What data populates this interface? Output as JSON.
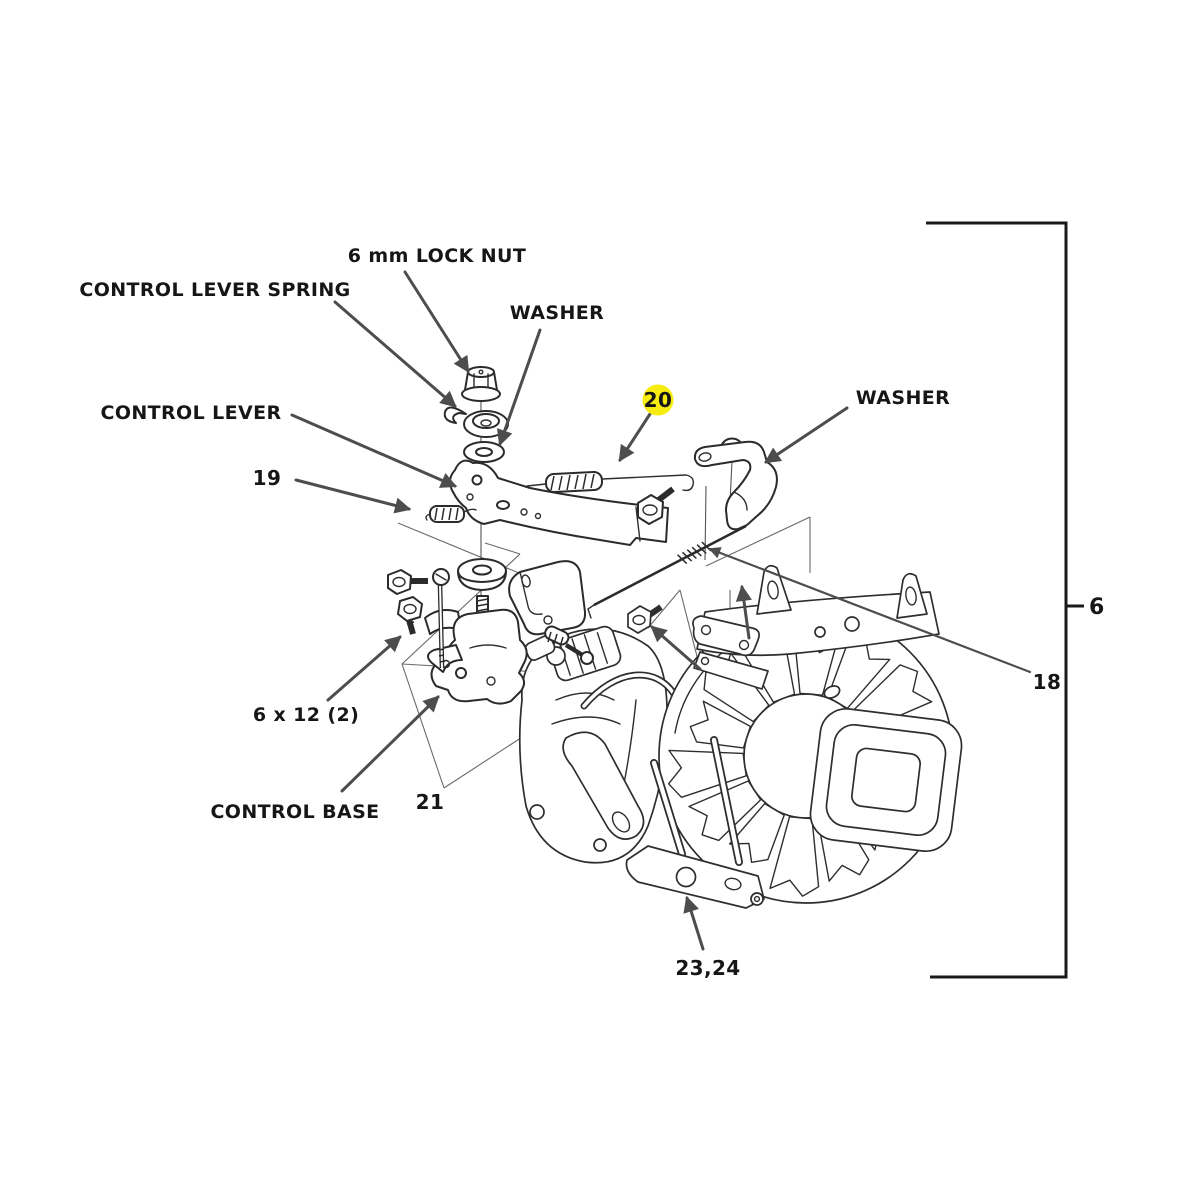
{
  "diagram": {
    "type": "exploded-parts-diagram",
    "subject": "engine control assembly parts diagram",
    "background_color": "#ffffff",
    "line_color": "#2b2b2b",
    "arrow_color": "#4d4d4d",
    "highlight_color": "#f7ec0f",
    "callouts": {
      "lock_nut": "6 mm LOCK NUT",
      "control_lever_spring": "CONTROL LEVER SPRING",
      "washer_left": "WASHER",
      "control_lever": "CONTROL LEVER",
      "ref_19": "19",
      "ref_20": "20",
      "washer_right": "WASHER",
      "group_ref_6": "6",
      "ref_18": "18",
      "bolt_spec": "6 x 12 (2)",
      "control_base": "CONTROL BASE",
      "ref_21": "21",
      "ref_23_24": "23,24"
    },
    "highlighted_callout": "ref_20"
  }
}
